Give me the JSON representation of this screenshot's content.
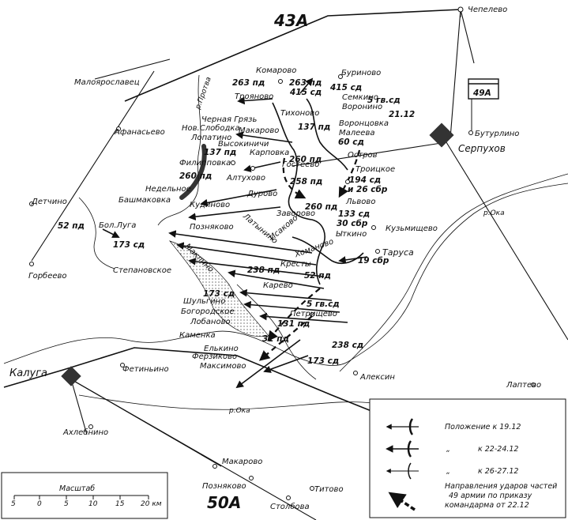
{
  "armies": {
    "north": "43А",
    "south": "50А",
    "east": "49А"
  },
  "places": {
    "chepelevo": "Чепелево",
    "maloyaroslavets": "Малоярославец",
    "afanasyevo": "Афанасьево",
    "komarovo": "Комарово",
    "burinovo": "Буриново",
    "semkino": "Семкино",
    "voronino": "Воронино",
    "troyanovo": "Трояново",
    "protva": "р.Протва",
    "chernaya_gryaz": "Черная Грязь",
    "nov_slobodka": "Нов.Слободка",
    "lopatino": "Лопатино",
    "makarovo_n": "Макарово",
    "tikhonovo": "Тихоново",
    "vorontsovka": "Воронцовка",
    "maleeva": "Малеева",
    "butyrlino": "Бутурлино",
    "serpukhov": "Серпухов",
    "vysokinichi": "Высокиничи",
    "karpovka": "Карповка",
    "filippovka": "Филипповка",
    "ostrov": "Остров",
    "gosteevo": "Гостеево",
    "troitskoe": "Троицкое",
    "altukhovo": "Алтухово",
    "nedelnoe": "Недельное",
    "durovo": "Дурово",
    "lvovo": "Львово",
    "detchino": "Детчино",
    "bashmakovka": "Башмаковка",
    "kudinovo": "Кудиново",
    "zavorovo": "Заворово",
    "kuzmishchevo": "Кузьмищево",
    "bol_luga": "Бол.Луга",
    "poznyakovo": "Позняково",
    "latynino": "Латынино",
    "isakovo": "Исаково",
    "ytkino": "Ыткино",
    "tarusa": "Таруса",
    "oka": "р.Ока",
    "gorbeevo": "Горбеево",
    "stepanovskoe": "Степановское",
    "maklino": "Маклино",
    "khomanovo": "Хоманово",
    "kresty": "Кресты",
    "karevo": "Карево",
    "shulgino": "Шульгино",
    "bogorodskoe": "Богородское",
    "petrishchevo": "Петрищево",
    "lobanovo": "Лобаново",
    "kamenka": "Каменка",
    "elkino": "Елькино",
    "ferzikovo": "Ферзиково",
    "maksimovo": "Максимово",
    "kaluga": "Калуга",
    "fetinino": "Фетиньино",
    "aleksin": "Алексин",
    "laptevo": "Лаптево",
    "akhlebnino": "Ахлебнино",
    "makarovo_s": "Макарово",
    "poznyakovo_s": "Позняково",
    "titovo": "Титово",
    "stolbova": "Столбова"
  },
  "units": {
    "pd263a": "263 пд",
    "pd263b": "263 пд",
    "cd415a": "415 cд",
    "cd415b": "415 сд",
    "gv5": "5 гв.сд",
    "date2112": "21.12",
    "pd137a": "137 пд",
    "cd60": "60 сд",
    "pd137b": "137 пд",
    "pd260a": "260 пд",
    "cd194": "194 сд",
    "sbr26": "и 26 сбр",
    "pd258": "258 пд",
    "pd260b": "260 пд",
    "pd260c": "260 пд",
    "cd133": "133 сд",
    "sbr30": "30 сбр",
    "pd52a": "52 пд",
    "cd173a": "173 сд",
    "sbr19": "19 сбр",
    "pd238": "238 пд",
    "pd52b": "52 пд",
    "cd173b": "173 сд",
    "gv5b": "5 гв.сд",
    "pd131": "131 пд",
    "pd31": "31 пд",
    "cd238": "238 сд",
    "cd173c": "173 сд"
  },
  "legend": {
    "item1": "Положение к 19.12",
    "item2_mark": "„",
    "item2": "к 22-24.12",
    "item3_mark": "„",
    "item3": "к 26-27.12",
    "item4_line1": "Направления ударов частей",
    "item4_line2": "49 армии по приказу",
    "item4_line3": "командарма от 22.12"
  },
  "scale": {
    "title": "Масштаб",
    "ticks": [
      "5",
      "0",
      "5",
      "10",
      "15",
      "20 км"
    ]
  }
}
